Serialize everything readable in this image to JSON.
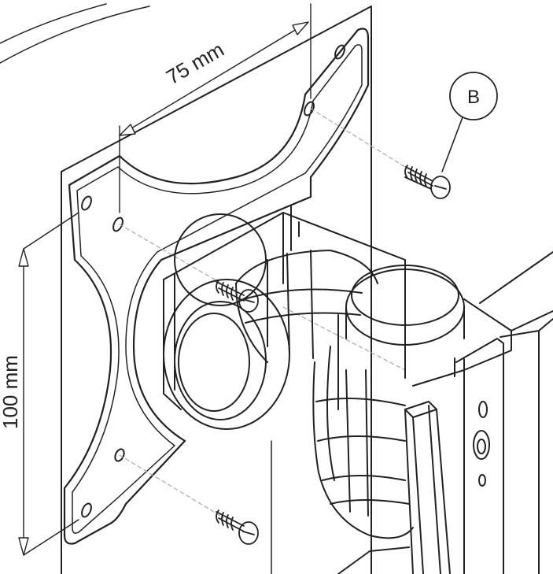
{
  "dimensions": {
    "horizontal": "75 mm",
    "vertical": "100 mm"
  },
  "callout": {
    "label": "B"
  },
  "colors": {
    "line": "#222222",
    "guide": "#aaaaaa",
    "background": "#ffffff"
  }
}
